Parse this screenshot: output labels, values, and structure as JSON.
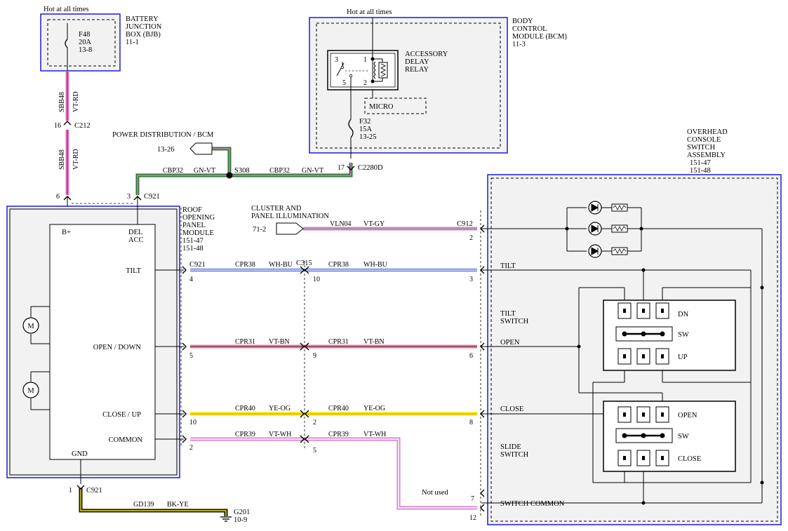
{
  "header": {
    "hot_left": "Hot at all times",
    "hot_right": "Hot at all times"
  },
  "bjb": {
    "title": [
      "BATTERY",
      "JUNCTION",
      "BOX (BJB)",
      "11-1"
    ],
    "fuse": [
      "F48",
      "20A",
      "13-8"
    ]
  },
  "bcm": {
    "title": [
      "BODY",
      "CONTROL",
      "MODULE (BCM)",
      "11-3"
    ],
    "relay": [
      "ACCESSORY",
      "DELAY",
      "RELAY"
    ],
    "pins": [
      "3",
      "1",
      "5",
      "2"
    ],
    "micro": "MICRO",
    "fuse": [
      "F32",
      "15A",
      "13-25"
    ]
  },
  "power_dist": {
    "title": "POWER DISTRIBUTION / BCM",
    "ref": "13-26"
  },
  "cluster": {
    "title": [
      "CLUSTER AND",
      "PANEL ILLUMINATION"
    ],
    "ref": "71-2"
  },
  "roof_module": {
    "title": [
      "ROOF",
      "OPENING",
      "PANEL",
      "MODULE",
      "151-47",
      "151-48"
    ],
    "pins": {
      "bplus": "B+",
      "del_acc": [
        "DEL",
        "ACC"
      ],
      "tilt": "TILT",
      "open_down": "OPEN / DOWN",
      "close_up": "CLOSE / UP",
      "common": "COMMON",
      "gnd": "GND"
    },
    "motor": "M"
  },
  "overhead": {
    "title": [
      "OVERHEAD",
      "CONSOLE",
      "SWITCH",
      "ASSEMBLY",
      "151-47",
      "151-48"
    ],
    "tilt_label": "TILT",
    "open_label": "OPEN",
    "close_label": "CLOSE",
    "switch_common": "SWITCH COMMON",
    "tilt_switch": {
      "title": [
        "TILT",
        "SWITCH"
      ],
      "pos": [
        "DN",
        "SW",
        "UP"
      ]
    },
    "slide_switch": {
      "title": [
        "SLIDE",
        "SWITCH"
      ],
      "pos": [
        "OPEN",
        "SW",
        "CLOSE"
      ]
    }
  },
  "not_used": "Not used",
  "connectors": {
    "c212": "C212",
    "c212_pin": "16",
    "c921_top_pin_a": "6",
    "c921_top_pin_b": "3",
    "c921_top": "C921",
    "c2280d": "C2280D",
    "c2280d_pin": "17",
    "s308": "S308",
    "c912": "C912",
    "c912_pin": "2",
    "c921_mid": "C921",
    "c315": "C315",
    "c921_bot": "C921",
    "c921_bot_pin": "1",
    "g201": [
      "G201",
      "10-9"
    ]
  },
  "wires": {
    "sbb48_top": {
      "circuit": "SBB48",
      "color": "VT-RD"
    },
    "sbb48_bot": {
      "circuit": "SBB48",
      "color": "VT-RD"
    },
    "cbp32_left": {
      "circuit": "CBP32",
      "color": "GN-VT"
    },
    "cbp32_right": {
      "circuit": "CBP32",
      "color": "GN-VT"
    },
    "vln04": {
      "circuit": "VLN04",
      "color": "VT-GY"
    },
    "cpr38_l": {
      "circuit": "CPR38",
      "color": "WH-BU",
      "pin_a": "4",
      "pin_b": "10",
      "pin_c": "3"
    },
    "cpr38_r": {
      "circuit": "CPR38",
      "color": "WH-BU"
    },
    "cpr31_l": {
      "circuit": "CPR31",
      "color": "VT-BN",
      "pin_a": "5",
      "pin_b": "9",
      "pin_c": "6"
    },
    "cpr31_r": {
      "circuit": "CPR31",
      "color": "VT-BN"
    },
    "cpr40_l": {
      "circuit": "CPR40",
      "color": "YE-OG",
      "pin_a": "10",
      "pin_b": "2",
      "pin_c": "8"
    },
    "cpr40_r": {
      "circuit": "CPR40",
      "color": "YE-OG"
    },
    "cpr39_l": {
      "circuit": "CPR39",
      "color": "VT-WH",
      "pin_a": "2",
      "pin_b": "5",
      "pin_c": "12"
    },
    "cpr39_r": {
      "circuit": "CPR39",
      "color": "VT-WH"
    },
    "gd139": {
      "circuit": "GD139",
      "color": "BK-YE"
    },
    "not_used_pin": "7"
  },
  "colors": {
    "border_blue": "#1d1dd6",
    "module_fill": "#f2f2f2",
    "violet": "#d680cc",
    "red": "#e8205a",
    "green": "#2d7a2d",
    "white": "#ffffff",
    "blue": "#3a5fd9",
    "brown": "#8a4a2a",
    "yellow": "#f5e600",
    "orange": "#f0a020",
    "grey": "#9a9a9a",
    "black": "#111111"
  }
}
